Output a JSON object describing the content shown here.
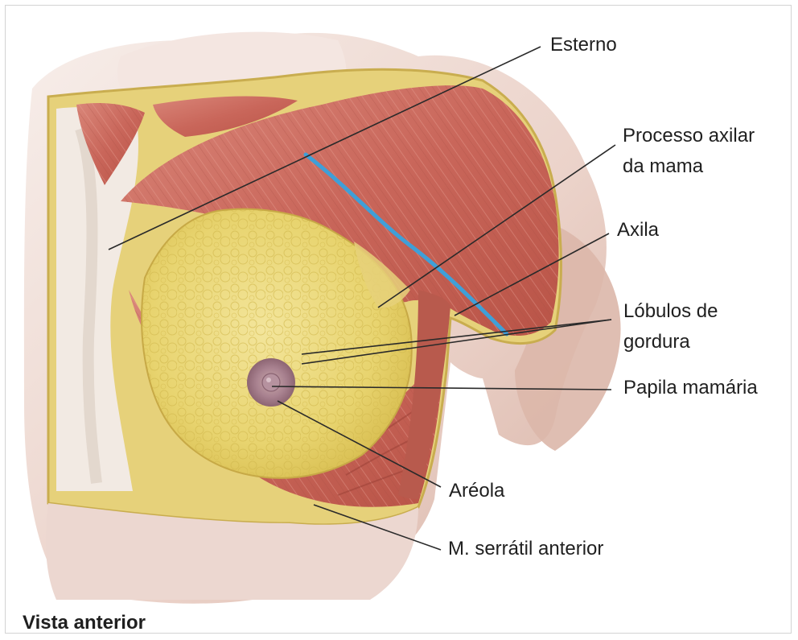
{
  "figure": {
    "labels": {
      "esterno": "Esterno",
      "processo_axilar_1": "Processo axilar",
      "processo_axilar_2": "da mama",
      "axila": "Axila",
      "lobulos_1": "Lóbulos de",
      "lobulos_2": "gordura",
      "papila": "Papila mamária",
      "areola": "Aréola",
      "serratil": "M. serrátil anterior"
    },
    "caption": "Vista anterior"
  },
  "colors": {
    "muscle": "#cf6e63",
    "fat": "#ecd978",
    "skin": "#efdcd6",
    "vessel": "#3f9fd8"
  }
}
